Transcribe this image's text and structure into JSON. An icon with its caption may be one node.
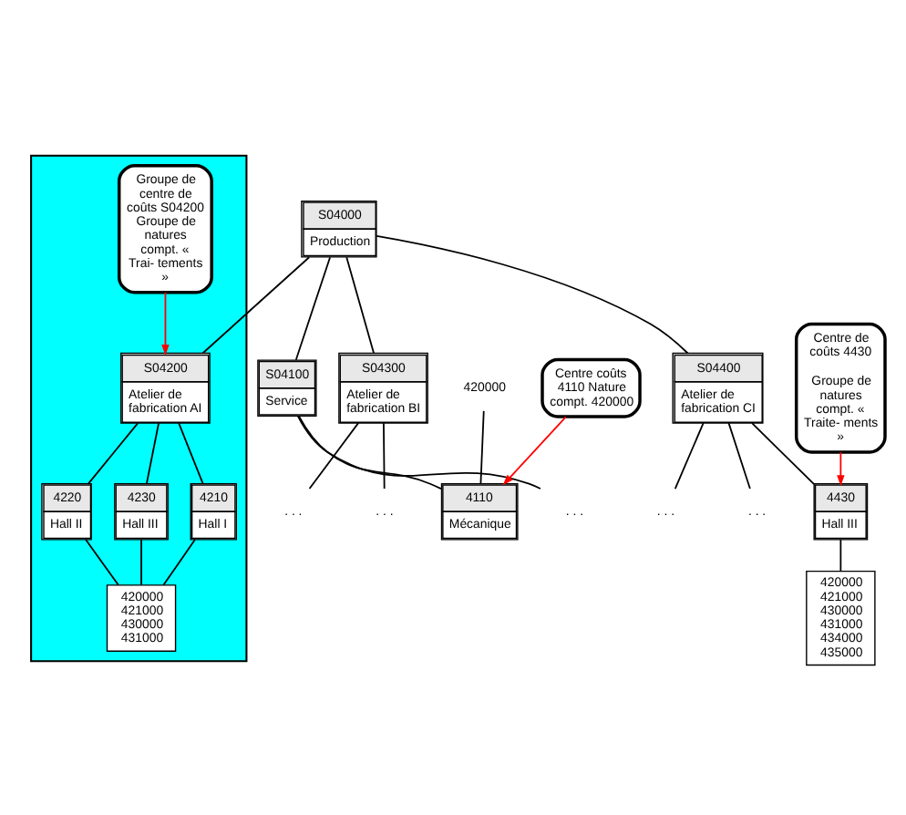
{
  "diagram": {
    "nodes": [
      {
        "text": [
          "S04000",
          "Production"
        ]
      },
      {
        "text": [
          "S04100",
          "Service"
        ]
      },
      {
        "text": [
          "Centre coûts 4110 Nature compt. 420000"
        ]
      },
      {
        "text": [
          "4110",
          "Mécanique"
        ]
      },
      {
        "text": [
          "420000"
        ]
      },
      {
        "text": [
          ". . ."
        ]
      },
      {
        "text": [],
        "shape": "box"
      },
      {
        "text": [
          "Groupe de centre de coûts S04200 Groupe de natures compt. « Trai- tements »"
        ],
        "in": 6
      },
      {
        "text": [
          "S04200",
          "Atelier de fabrication AI"
        ],
        "in": 6
      },
      {
        "text": [
          "4210",
          "Hall I"
        ],
        "in": 6
      },
      {
        "text": [
          "4220",
          "Hall II"
        ],
        "in": 6
      },
      {
        "text": [
          "4230",
          "Hall III"
        ],
        "in": 6
      },
      {
        "text": [
          "420000",
          "421000",
          "430000",
          "431000"
        ],
        "in": 6
      },
      {
        "text": [
          "S04300",
          "Atelier de fabrication BI"
        ]
      },
      {
        "text": [
          ". . ."
        ]
      },
      {
        "text": [
          ". . ."
        ]
      },
      {
        "text": [
          "S04400",
          "Atelier de fabrication CI"
        ]
      },
      {
        "text": [
          ". . ."
        ]
      },
      {
        "text": [
          ". . ."
        ]
      },
      {
        "text": [
          "4430",
          "Hall III"
        ]
      },
      {
        "text": [
          "Centre de coûts 4430",
          "Groupe de natures compt. « Traite- ments »"
        ]
      },
      {
        "text": [
          "420000",
          "421000",
          "430000",
          "431000",
          "434000",
          "435000"
        ]
      }
    ],
    "edges": [
      {
        "from": 0,
        "to": 1,
        "arrow": "none"
      },
      {
        "from": 0,
        "to": 8,
        "arrow": "none"
      },
      {
        "from": 0,
        "to": 13,
        "arrow": "none"
      },
      {
        "from": 0,
        "to": 16,
        "arrow": "none"
      },
      {
        "from": 1,
        "to": 3,
        "arrow": "none"
      },
      {
        "from": 1,
        "to": 5,
        "arrow": "none"
      },
      {
        "from": 2,
        "to": 3,
        "arrow": "to",
        "color": "#ff0000"
      },
      {
        "from": 4,
        "to": 3,
        "arrow": "none"
      },
      {
        "from": 7,
        "to": 8,
        "arrow": "to",
        "color": "#ff0000"
      },
      {
        "from": 8,
        "to": 9,
        "arrow": "none"
      },
      {
        "from": 8,
        "to": 10,
        "arrow": "none"
      },
      {
        "from": 8,
        "to": 11,
        "arrow": "none"
      },
      {
        "from": 9,
        "to": 12,
        "arrow": "none"
      },
      {
        "from": 10,
        "to": 12,
        "arrow": "none"
      },
      {
        "from": 11,
        "to": 12,
        "arrow": "none"
      },
      {
        "from": 13,
        "to": 14,
        "arrow": "none"
      },
      {
        "from": 13,
        "to": 15,
        "arrow": "none"
      },
      {
        "from": 16,
        "to": 17,
        "arrow": "none"
      },
      {
        "from": 16,
        "to": 18,
        "arrow": "none"
      },
      {
        "from": 16,
        "to": 19,
        "arrow": "none"
      },
      {
        "from": 20,
        "to": 19,
        "arrow": "to",
        "color": "#ff0000"
      },
      {
        "from": 19,
        "to": 21,
        "arrow": "none"
      }
    ]
  }
}
